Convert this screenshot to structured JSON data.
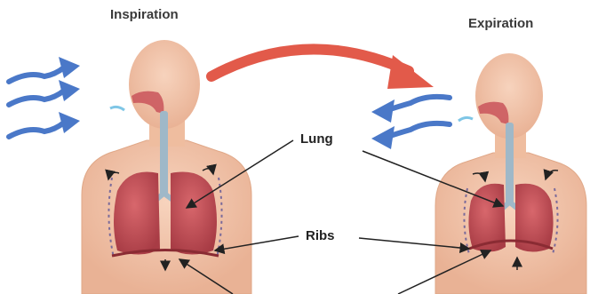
{
  "titles": {
    "left": "Inspiration",
    "right": "Expiration"
  },
  "labels": {
    "lung": "Lung",
    "ribs": "Ribs"
  },
  "colors": {
    "air_arrow": "#4a78c8",
    "transition_arrow": "#e25a4a",
    "skin": "#f2c4a8",
    "skin_shadow": "#e3a98a",
    "lung": "#c9545a",
    "lung_dark": "#a83c45",
    "airway": "#9fb8c8",
    "pointer": "#222222"
  }
}
